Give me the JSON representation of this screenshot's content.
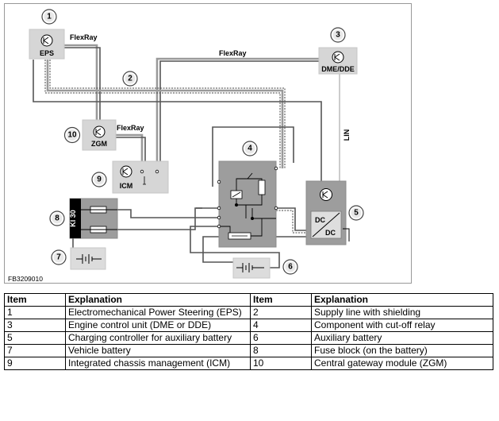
{
  "diagram": {
    "figure_id": "FB3209010",
    "components": {
      "eps": "EPS",
      "dme": "DME/DDE",
      "zgm": "ZGM",
      "icm": "ICM",
      "kl30": "Kl 30",
      "dc_top": "DC",
      "dc_bottom": "DC"
    },
    "bus_labels": {
      "flexray_eps": "FlexRay",
      "flexray_dme": "FlexRay",
      "flexray_zgm": "FlexRay",
      "lin": "LIN"
    },
    "callouts": [
      "1",
      "2",
      "3",
      "4",
      "5",
      "6",
      "7",
      "8",
      "9",
      "10"
    ]
  },
  "legend": {
    "headers": [
      "Item",
      "Explanation",
      "Item",
      "Explanation"
    ],
    "rows": [
      [
        "1",
        "Electromechanical Power Steering (EPS)",
        "2",
        "Supply line with shielding"
      ],
      [
        "3",
        "Engine control unit (DME or DDE)",
        "4",
        "Component with cut-off relay"
      ],
      [
        "5",
        "Charging controller for auxiliary battery",
        "6",
        "Auxiliary battery"
      ],
      [
        "7",
        "Vehicle battery",
        "8",
        "Fuse block (on the battery)"
      ],
      [
        "9",
        "Integrated chassis management (ICM)",
        "10",
        "Central gateway module (ZGM)"
      ]
    ]
  }
}
